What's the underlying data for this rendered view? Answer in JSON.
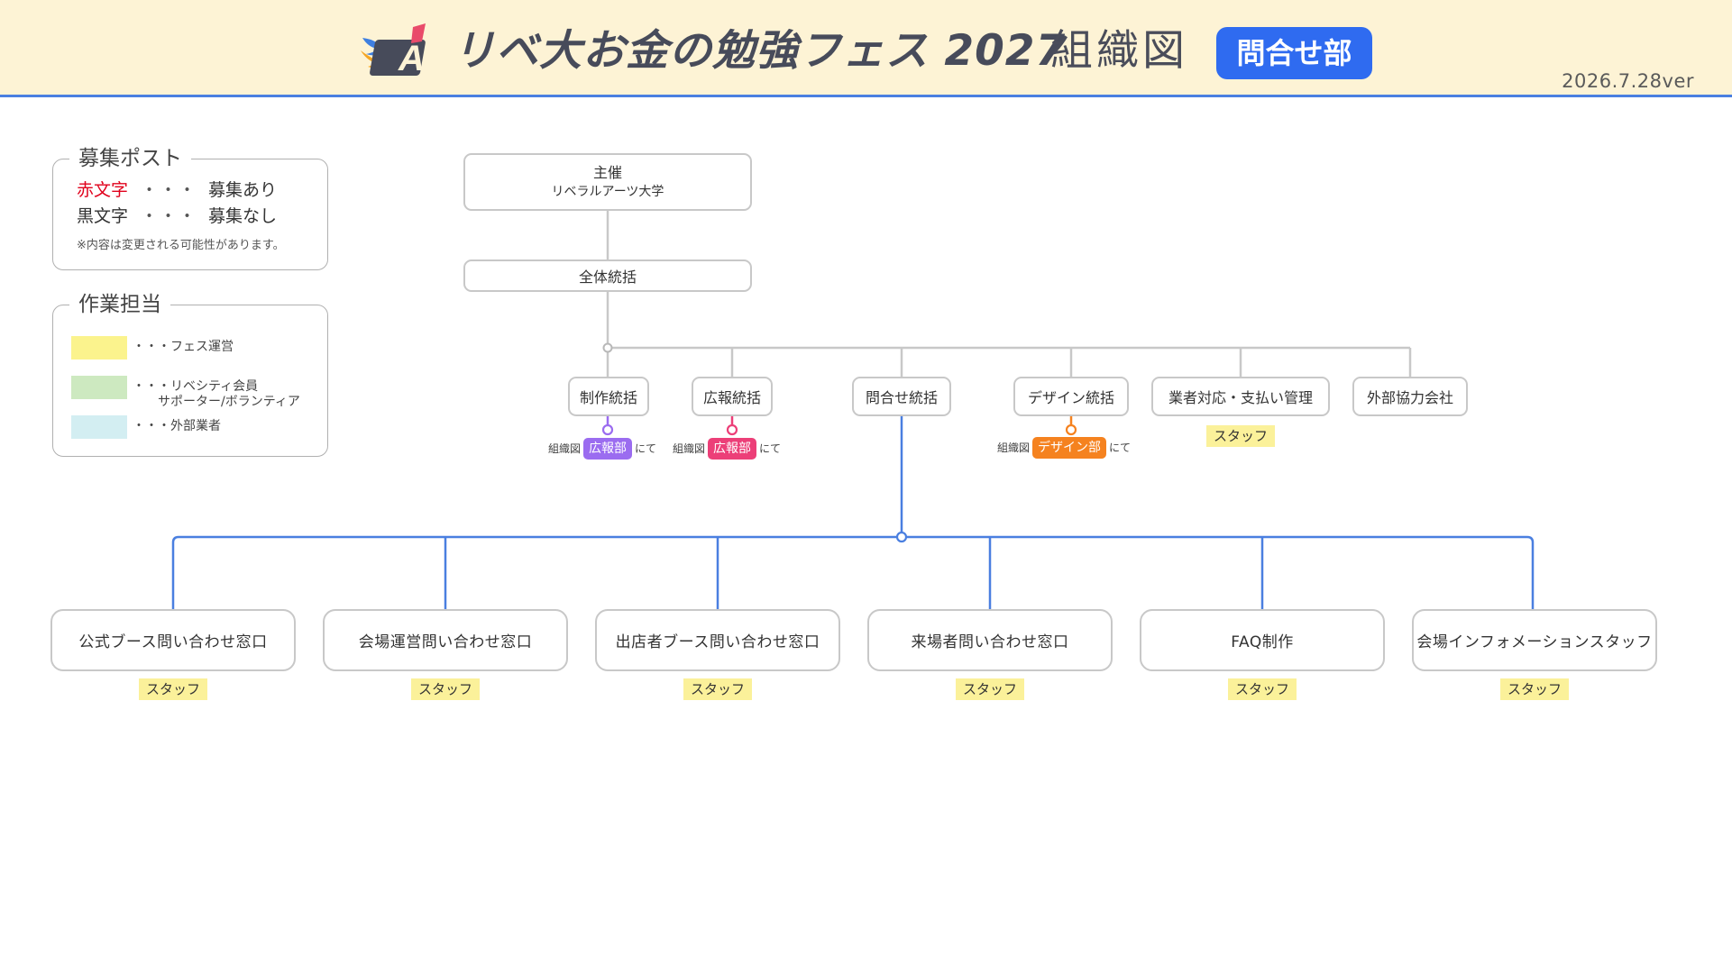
{
  "header": {
    "title": "リベ大お金の勉強フェス 2027",
    "subtitle": "組織図",
    "department": "問合せ部",
    "version": "2026.7.28ver"
  },
  "legend_recruit": {
    "title": "募集ポスト",
    "red_label": "赤文字",
    "red_desc": "募集あり",
    "black_label": "黒文字",
    "black_desc": "募集なし",
    "dots": "・・・",
    "note": "※内容は変更される可能性があります。"
  },
  "legend_work": {
    "title": "作業担当",
    "items": [
      {
        "color": "#fbf38d",
        "label1": "・・・フェス運営",
        "label2": ""
      },
      {
        "color": "#cde9c0",
        "label1": "・・・リベシティ会員",
        "label2": "サポーター/ボランティア"
      },
      {
        "color": "#d3eef2",
        "label1": "・・・外部業者",
        "label2": ""
      }
    ]
  },
  "org": {
    "top": {
      "line1": "主催",
      "line2": "リベラルアーツ大学"
    },
    "overall": "全体統括",
    "divisions": [
      {
        "label": "制作統括"
      },
      {
        "label": "広報統括"
      },
      {
        "label": "問合せ統括"
      },
      {
        "label": "デザイン統括"
      },
      {
        "label": "業者対応・支払い管理",
        "tag": "スタッフ"
      },
      {
        "label": "外部協力会社"
      }
    ],
    "refs": [
      {
        "pre": "組織図",
        "name": "広報部",
        "post": "にて",
        "color": "#9b6cf0"
      },
      {
        "pre": "組織図",
        "name": "広報部",
        "post": "にて",
        "color": "#ec3f78"
      },
      {
        "pre": "組織図",
        "name": "デザイン部",
        "post": "にて",
        "color": "#f5821f"
      }
    ],
    "teams": [
      {
        "label": "公式ブース問い合わせ窓口",
        "tag": "スタッフ"
      },
      {
        "label": "会場運営問い合わせ窓口",
        "tag": "スタッフ"
      },
      {
        "label": "出店者ブース問い合わせ窓口",
        "tag": "スタッフ"
      },
      {
        "label": "来場者問い合わせ窓口",
        "tag": "スタッフ"
      },
      {
        "label": "FAQ制作",
        "tag": "スタッフ"
      },
      {
        "label": "会場インフォメーションスタッフ",
        "tag": "スタッフ"
      }
    ]
  },
  "colors": {
    "accent_blue": "#2f6bf0",
    "line_blue": "#4a7fe0",
    "line_gray": "#c8c8c8",
    "staff_tag": "#fbf19a",
    "header_bg": "#fdf3d5"
  }
}
